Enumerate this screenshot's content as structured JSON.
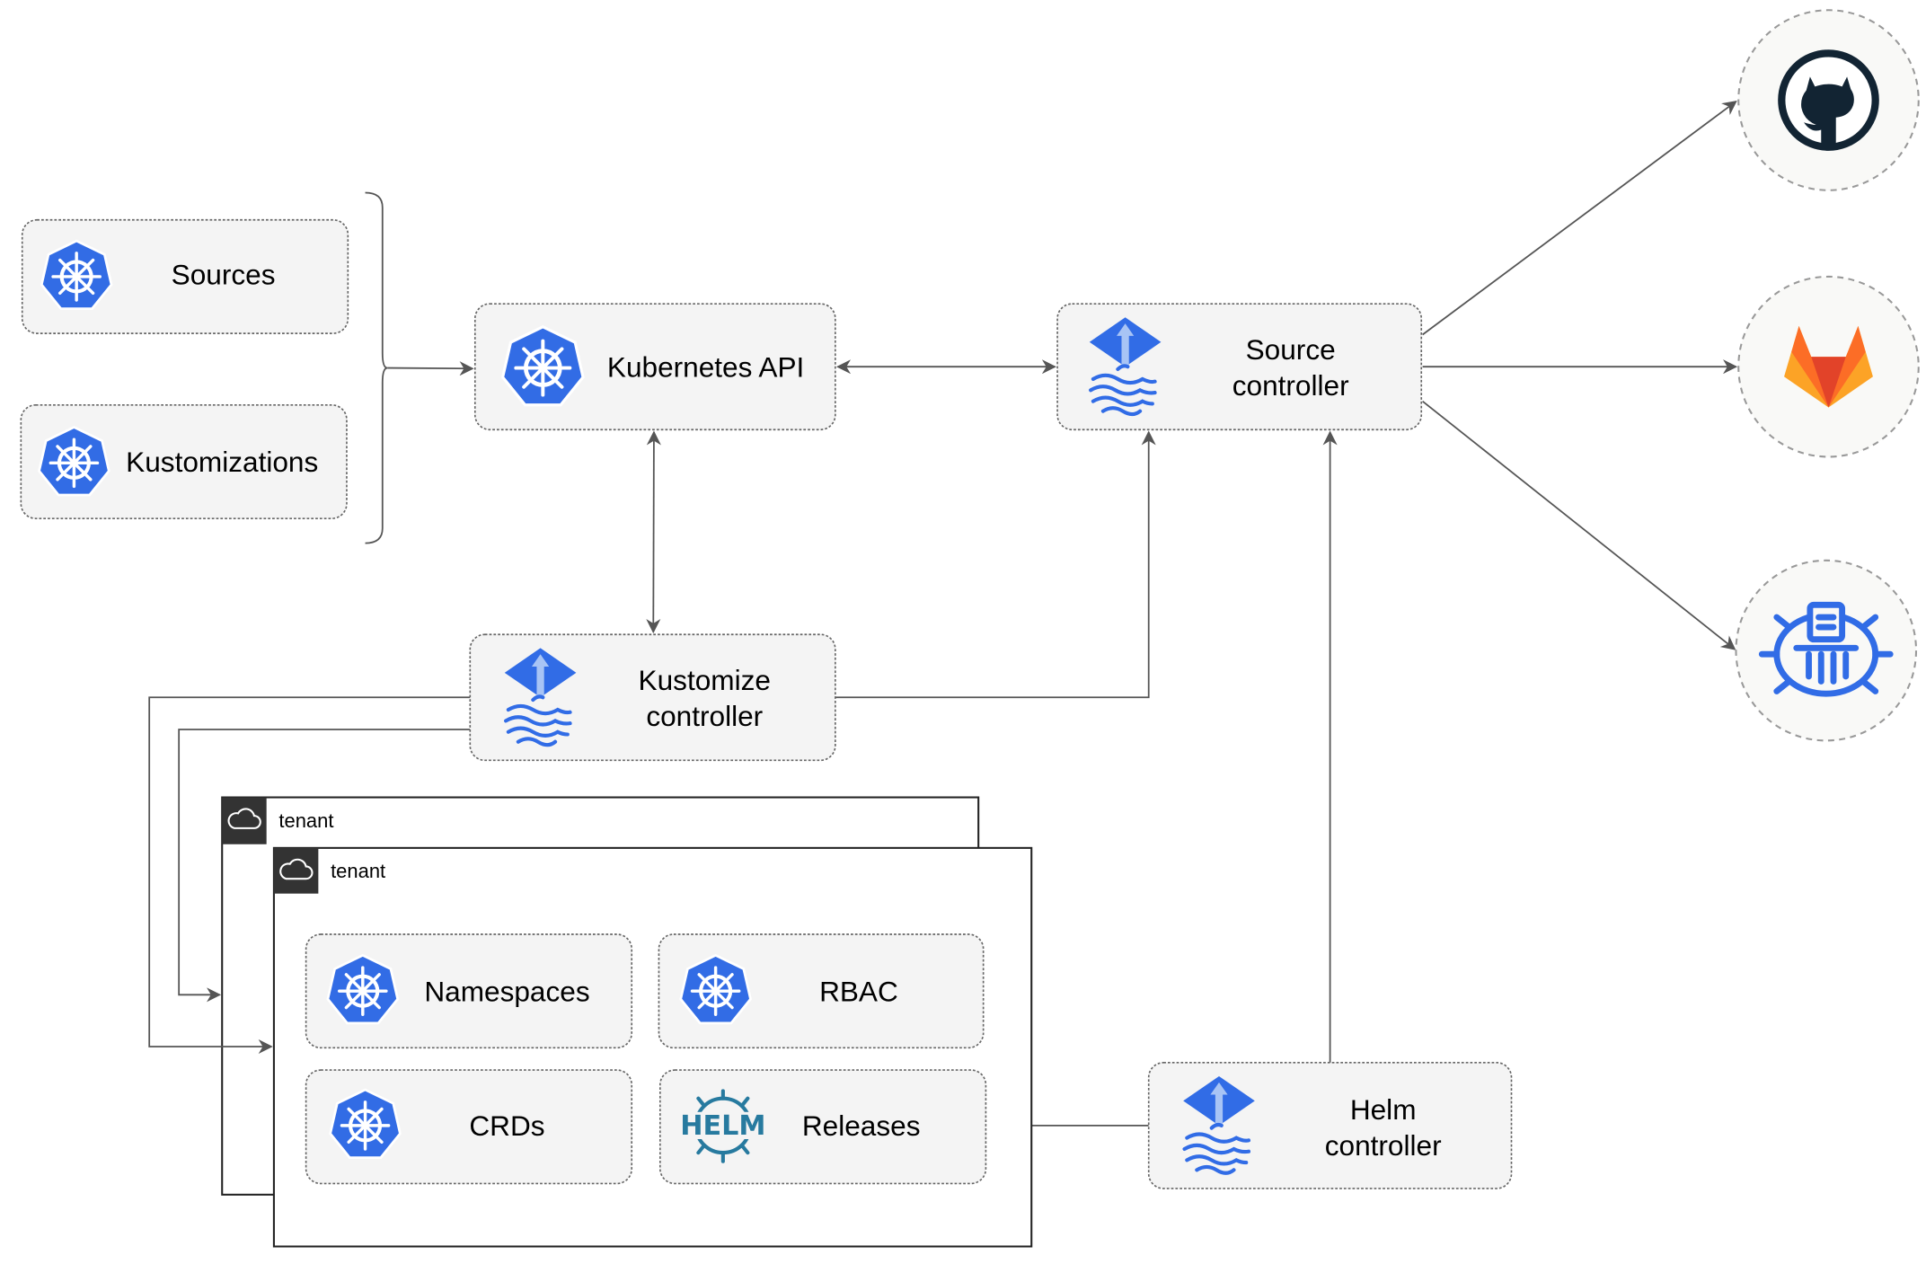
{
  "colors": {
    "kubernetes_blue": "#326ce5",
    "flux_blue": "#316ce6",
    "edge": "#555555",
    "box_fill": "#f4f4f4",
    "github": "#122433",
    "gitlab_orange": "#e24329",
    "gitlab_light": "#fca326",
    "helm": "#277a9f"
  },
  "nodes": {
    "sources": {
      "label": "Sources",
      "icon": "kubernetes-icon"
    },
    "kustomizations": {
      "label": "Kustomizations",
      "icon": "kubernetes-icon"
    },
    "kubernetes_api": {
      "label": "Kubernetes API",
      "icon": "kubernetes-icon"
    },
    "source_controller": {
      "label_line1": "Source",
      "label_line2": "controller",
      "icon": "flux-icon"
    },
    "kustomize_controller": {
      "label_line1": "Kustomize",
      "label_line2": "controller",
      "icon": "flux-icon"
    },
    "helm_controller": {
      "label_line1": "Helm",
      "label_line2": "controller",
      "icon": "flux-icon"
    },
    "namespaces": {
      "label": "Namespaces",
      "icon": "kubernetes-icon"
    },
    "rbac": {
      "label": "RBAC",
      "icon": "kubernetes-icon"
    },
    "crds": {
      "label": "CRDs",
      "icon": "kubernetes-icon"
    },
    "releases": {
      "label": "Releases",
      "icon": "helm-icon",
      "icon_text": "HELM"
    }
  },
  "tenants": [
    {
      "label": "tenant",
      "icon": "cloud-icon"
    },
    {
      "label": "tenant",
      "icon": "cloud-icon"
    }
  ],
  "external": [
    {
      "icon": "github-icon"
    },
    {
      "icon": "gitlab-icon"
    },
    {
      "icon": "bucket-icon"
    }
  ]
}
